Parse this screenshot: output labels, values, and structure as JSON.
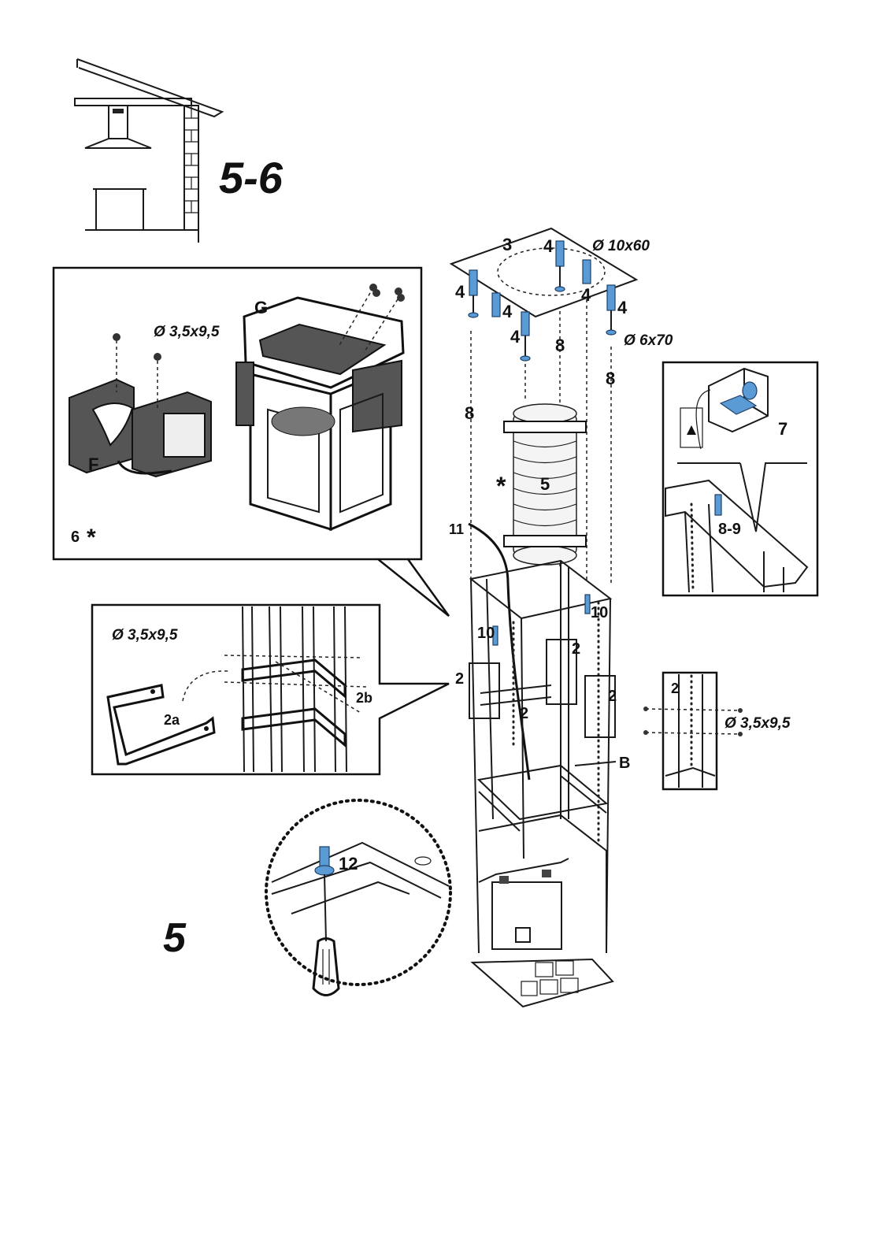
{
  "step_main": "5",
  "step_header": "5-6",
  "labels": {
    "ceiling_plate": "3",
    "dowel": "4",
    "screw": "8",
    "flexible_duct": "5",
    "asterisk": "*",
    "cable": "11",
    "support_screw": "10",
    "bracket": "2",
    "bracket_a": "2a",
    "bracket_b": "2b",
    "frame_b": "B",
    "fix_screw": "12",
    "wiring": "7",
    "connect": "8-9",
    "panel_six": "6",
    "part_f": "F",
    "part_g": "G"
  },
  "dimensions": {
    "dowel_large": "Ø 10x60",
    "screw_long": "Ø 6x70",
    "screw_small": "Ø 3,5x9,5"
  },
  "colors": {
    "highlight_blue": "#5b9bd5",
    "line": "#1a1a1a",
    "dark_grey": "#555555"
  }
}
